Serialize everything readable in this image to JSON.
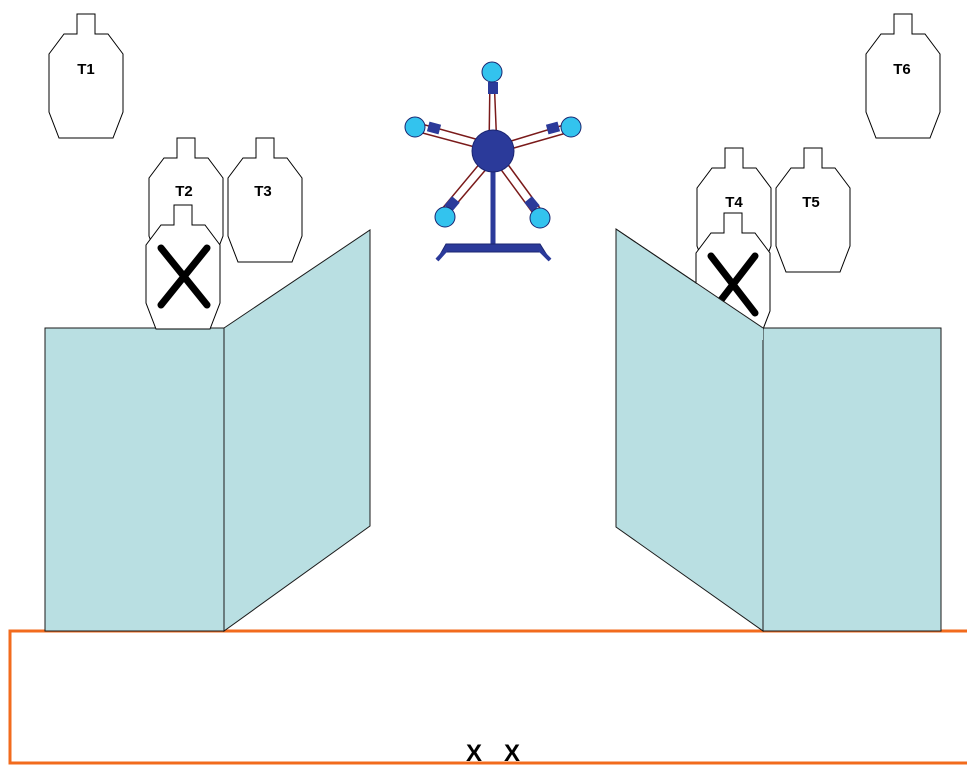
{
  "title": "",
  "colors": {
    "wall_fill": "#b9dfe2",
    "wall_stroke": "#1a1a1a",
    "fault_line": "#f26b1d",
    "target_stroke": "#000000",
    "popper_body": "#2b3a9a",
    "popper_plate": "#33c3ee",
    "popper_arm": "#7a1a1a"
  },
  "targets": [
    {
      "id": "T1",
      "label": "T1",
      "type": "paper",
      "no_shoot": false
    },
    {
      "id": "T2",
      "label": "T2",
      "type": "paper",
      "no_shoot": false
    },
    {
      "id": "T3",
      "label": "T3",
      "type": "paper",
      "no_shoot": false
    },
    {
      "id": "T4",
      "label": "T4",
      "type": "paper",
      "no_shoot": false
    },
    {
      "id": "T5",
      "label": "T5",
      "type": "paper",
      "no_shoot": false
    },
    {
      "id": "T6",
      "label": "T6",
      "type": "paper",
      "no_shoot": false
    },
    {
      "id": "NS-left",
      "label": "",
      "type": "paper",
      "no_shoot": true
    },
    {
      "id": "NS-right",
      "label": "",
      "type": "paper",
      "no_shoot": true
    }
  ],
  "center_object": {
    "type": "spinner",
    "plates": 5
  },
  "walls": [
    {
      "id": "left-wall"
    },
    {
      "id": "right-wall"
    }
  ],
  "shooting_area": {
    "start_position_markers": [
      "X",
      "X"
    ]
  }
}
